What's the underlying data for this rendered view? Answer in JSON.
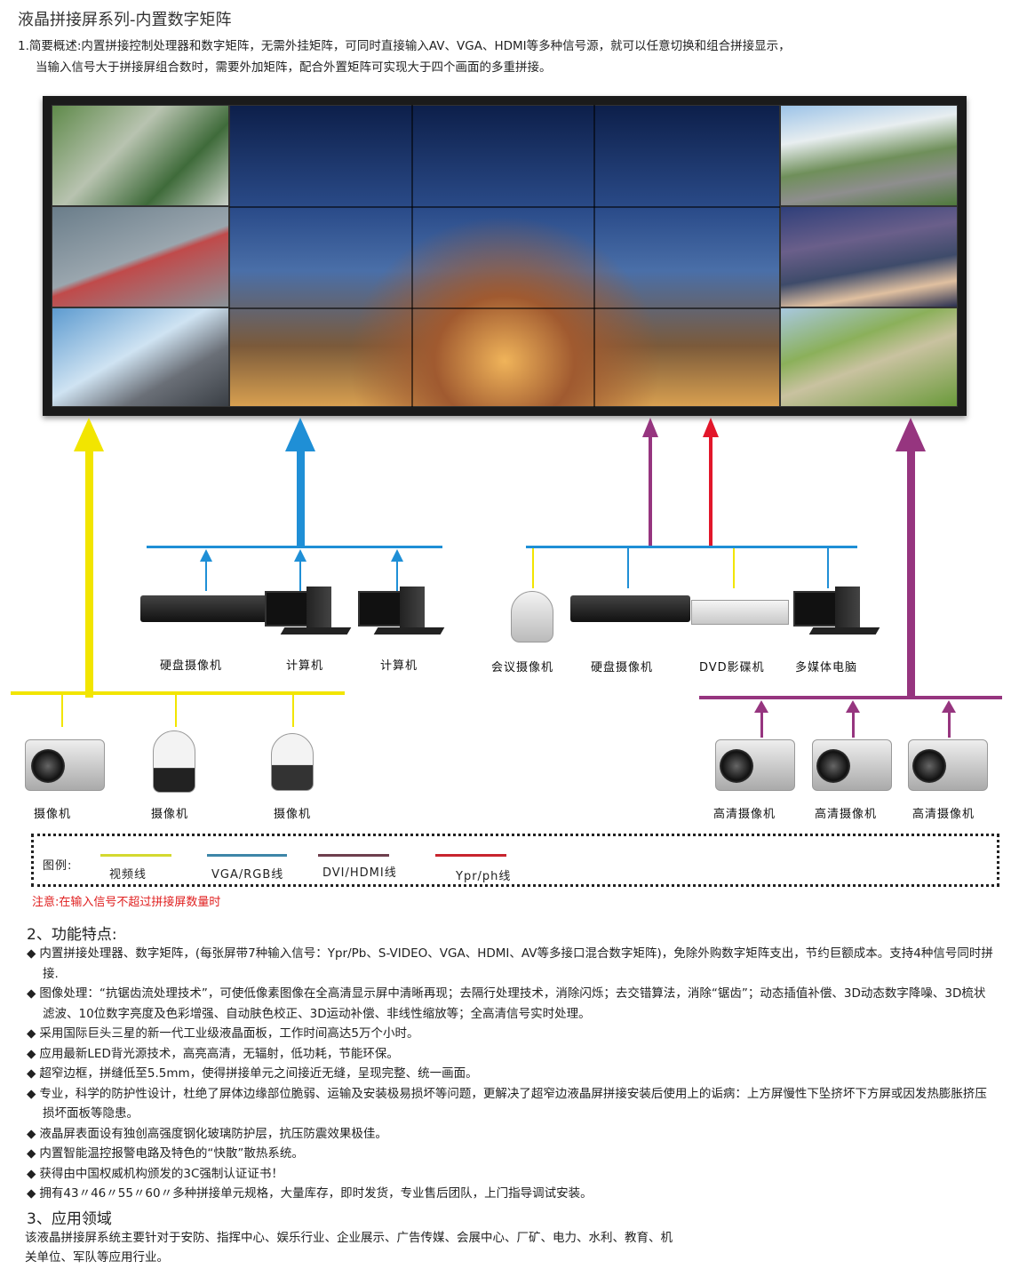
{
  "title": "液晶拼接屏系列-内置数字矩阵",
  "intro": [
    "1.简要概述:内置拼接控制处理器和数字矩阵，无需外挂矩阵，可同时直接输入AV、VGA、HDMI等多种信号源，就可以任意切换和组合拼接显示，",
    "当输入信号大于拼接屏组合数时，需要外加矩阵，配合外置矩阵可实现大于四个画面的多重拼接。"
  ],
  "colors": {
    "video": "#f2e500",
    "vga": "#1f8fd6",
    "dvi": "#96357f",
    "ypr": "#e2162a"
  },
  "devices": {
    "vga_group": [
      "硬盘摄像机",
      "计算机",
      "计算机"
    ],
    "right_group": [
      "会议摄像机",
      "硬盘摄像机",
      "DVD影碟机",
      "多媒体电脑"
    ],
    "video_cams": [
      "摄像机",
      "摄像机",
      "摄像机"
    ],
    "hd_cams": [
      "高清摄像机",
      "高清摄像机",
      "高清摄像机"
    ]
  },
  "legend": {
    "label": "图例:",
    "items": [
      "视频线",
      "VGA/RGB线",
      "DVI/HDMI线",
      "Ypr/ph线"
    ]
  },
  "note": "注意:在输入信号不超过拼接屏数量时",
  "features": {
    "heading": "2、功能特点:",
    "items": [
      "内置拼接处理器、数字矩阵，(每张屏带7种输入信号：Ypr/Pb、S-VIDEO、VGA、HDMI、AV等多接口混合数字矩阵)，免除外购数字矩阵支出，节约巨额成本。支持4种信号同时拼接.",
      "图像处理：“抗锯齿流处理技术”，可使低像素图像在全高清显示屏中清晰再现；去隔行处理技术，消除闪烁；去交错算法，消除“锯齿”；动态插值补偿、3D动态数字降噪、3D梳状滤波、10位数字亮度及色彩增强、自动肤色校正、3D运动补偿、非线性缩放等；全高清信号实时处理。",
      "采用国际巨头三星的新一代工业级液晶面板，工作时间高达5万个小时。",
      "应用最新LED背光源技术，高亮高清，无辐射，低功耗，节能环保。",
      "超窄边框，拼缝低至5.5mm，使得拼接单元之间接近无缝，呈现完整、统一画面。",
      "专业，科学的防护性设计，杜绝了屏体边缘部位脆弱、运输及安装极易损坏等问题，更解决了超窄边液晶屏拼接安装后使用上的诟病：上方屏慢性下坠挤坏下方屏或因发热膨胀挤压损坏面板等隐患。",
      "液晶屏表面设有独创高强度钢化玻璃防护层，抗压防震效果极佳。",
      "内置智能温控报警电路及特色的“快散”散热系统。",
      "获得由中国权威机构颁发的3C强制认证证书！",
      "拥有43〃46〃55〃60〃多种拼接单元规格，大量库存，即时发货，专业售后团队，上门指导调试安装。"
    ]
  },
  "application": {
    "heading": "3、应用领域",
    "lines": [
      "该液晶拼接屏系统主要针对于安防、指挥中心、娱乐行业、企业展示、广告传媒、会展中心、厂矿、电力、水利、教育、机",
      "关单位、军队等应用行业。"
    ]
  }
}
